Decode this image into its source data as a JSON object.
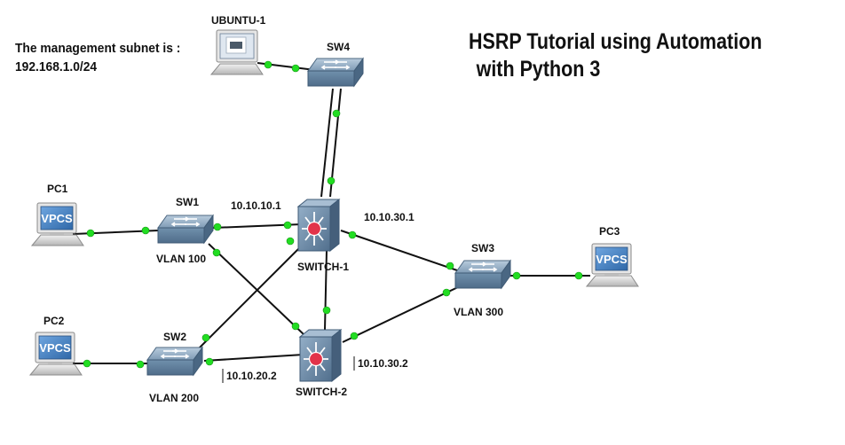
{
  "title": {
    "line1": "HSRP Tutorial using Automation",
    "line2": "with Python 3"
  },
  "management_note": {
    "line1": "The management subnet is :",
    "line2": "192.168.1.0/24"
  },
  "nodes": {
    "ubuntu": {
      "label": "UBUNTU-1"
    },
    "sw4": {
      "label": "SW4"
    },
    "pc1": {
      "label": "PC1",
      "screen_text": "VPCS"
    },
    "pc2": {
      "label": "PC2",
      "screen_text": "VPCS"
    },
    "pc3": {
      "label": "PC3",
      "screen_text": "VPCS"
    },
    "sw1": {
      "label": "SW1",
      "vlan": "VLAN 100"
    },
    "sw2": {
      "label": "SW2",
      "vlan": "VLAN 200"
    },
    "sw3": {
      "label": "SW3",
      "vlan": "VLAN 300"
    },
    "switch1": {
      "label": "SWITCH-1"
    },
    "switch2": {
      "label": "SWITCH-2"
    }
  },
  "ip_labels": {
    "sw1_switch1": "10.10.10.1",
    "switch1_sw3": "10.10.30.1",
    "sw2_switch2": "10.10.20.2",
    "switch2_sw3": "10.10.30.2"
  },
  "colors": {
    "link": "#111111",
    "link_dot": "#22dd22",
    "switch_body": "#5d7c98",
    "router_body": "#5b7896",
    "router_center": "#e2334a",
    "pc_screen": "#4a82c4"
  }
}
